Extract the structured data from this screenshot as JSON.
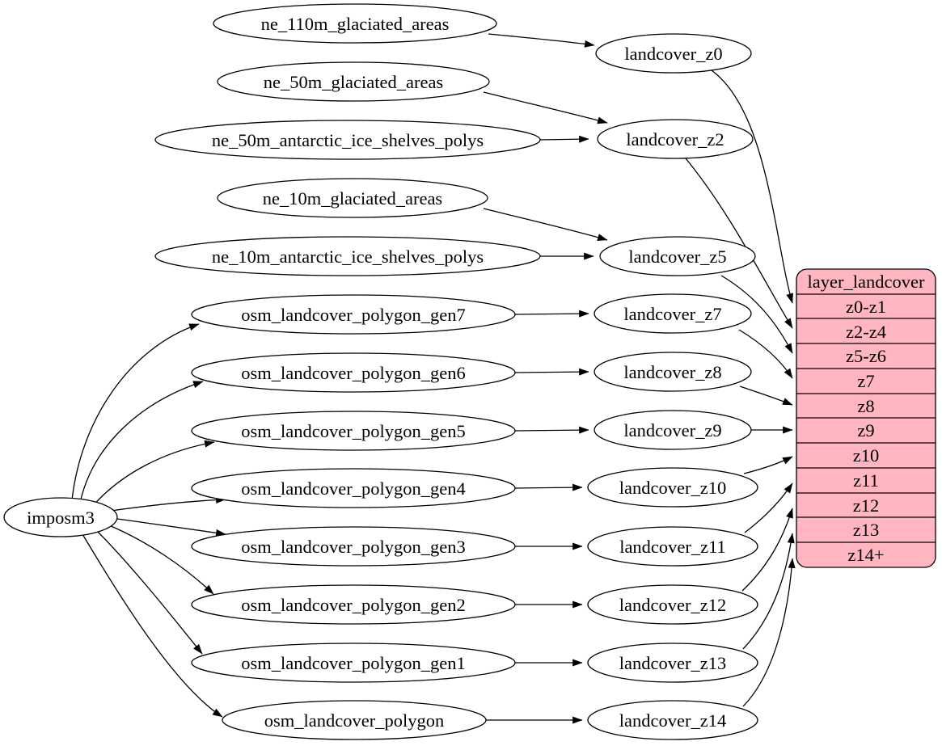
{
  "colors": {
    "background": "#ffffff",
    "node_fill": "#ffffff",
    "stroke": "#000000",
    "table_fill": "#ffb6c1"
  },
  "nodes": {
    "imposm3": "imposm3",
    "ne_110m_glaciated_areas": "ne_110m_glaciated_areas",
    "ne_50m_glaciated_areas": "ne_50m_glaciated_areas",
    "ne_50m_antarctic_ice_shelves_polys": "ne_50m_antarctic_ice_shelves_polys",
    "ne_10m_glaciated_areas": "ne_10m_glaciated_areas",
    "ne_10m_antarctic_ice_shelves_polys": "ne_10m_antarctic_ice_shelves_polys",
    "osm_landcover_polygon_gen7": "osm_landcover_polygon_gen7",
    "osm_landcover_polygon_gen6": "osm_landcover_polygon_gen6",
    "osm_landcover_polygon_gen5": "osm_landcover_polygon_gen5",
    "osm_landcover_polygon_gen4": "osm_landcover_polygon_gen4",
    "osm_landcover_polygon_gen3": "osm_landcover_polygon_gen3",
    "osm_landcover_polygon_gen2": "osm_landcover_polygon_gen2",
    "osm_landcover_polygon_gen1": "osm_landcover_polygon_gen1",
    "osm_landcover_polygon": "osm_landcover_polygon",
    "landcover_z0": "landcover_z0",
    "landcover_z2": "landcover_z2",
    "landcover_z5": "landcover_z5",
    "landcover_z7": "landcover_z7",
    "landcover_z8": "landcover_z8",
    "landcover_z9": "landcover_z9",
    "landcover_z10": "landcover_z10",
    "landcover_z11": "landcover_z11",
    "landcover_z12": "landcover_z12",
    "landcover_z13": "landcover_z13",
    "landcover_z14": "landcover_z14"
  },
  "table": {
    "title": "layer_landcover",
    "rows": [
      "z0-z1",
      "z2-z4",
      "z5-z6",
      "z7",
      "z8",
      "z9",
      "z10",
      "z11",
      "z12",
      "z13",
      "z14+"
    ]
  },
  "edges": [
    {
      "from": "imposm3",
      "to": "osm_landcover_polygon_gen7"
    },
    {
      "from": "imposm3",
      "to": "osm_landcover_polygon_gen6"
    },
    {
      "from": "imposm3",
      "to": "osm_landcover_polygon_gen5"
    },
    {
      "from": "imposm3",
      "to": "osm_landcover_polygon_gen4"
    },
    {
      "from": "imposm3",
      "to": "osm_landcover_polygon_gen3"
    },
    {
      "from": "imposm3",
      "to": "osm_landcover_polygon_gen2"
    },
    {
      "from": "imposm3",
      "to": "osm_landcover_polygon_gen1"
    },
    {
      "from": "imposm3",
      "to": "osm_landcover_polygon"
    },
    {
      "from": "ne_110m_glaciated_areas",
      "to": "landcover_z0"
    },
    {
      "from": "ne_50m_glaciated_areas",
      "to": "landcover_z2"
    },
    {
      "from": "ne_50m_antarctic_ice_shelves_polys",
      "to": "landcover_z2"
    },
    {
      "from": "ne_10m_glaciated_areas",
      "to": "landcover_z5"
    },
    {
      "from": "ne_10m_antarctic_ice_shelves_polys",
      "to": "landcover_z5"
    },
    {
      "from": "osm_landcover_polygon_gen7",
      "to": "landcover_z7"
    },
    {
      "from": "osm_landcover_polygon_gen6",
      "to": "landcover_z8"
    },
    {
      "from": "osm_landcover_polygon_gen5",
      "to": "landcover_z9"
    },
    {
      "from": "osm_landcover_polygon_gen4",
      "to": "landcover_z10"
    },
    {
      "from": "osm_landcover_polygon_gen3",
      "to": "landcover_z11"
    },
    {
      "from": "osm_landcover_polygon_gen2",
      "to": "landcover_z12"
    },
    {
      "from": "osm_landcover_polygon_gen1",
      "to": "landcover_z13"
    },
    {
      "from": "osm_landcover_polygon",
      "to": "landcover_z14"
    },
    {
      "from": "landcover_z0",
      "to": "z0-z1"
    },
    {
      "from": "landcover_z2",
      "to": "z2-z4"
    },
    {
      "from": "landcover_z5",
      "to": "z5-z6"
    },
    {
      "from": "landcover_z7",
      "to": "z7"
    },
    {
      "from": "landcover_z8",
      "to": "z8"
    },
    {
      "from": "landcover_z9",
      "to": "z9"
    },
    {
      "from": "landcover_z10",
      "to": "z10"
    },
    {
      "from": "landcover_z11",
      "to": "z11"
    },
    {
      "from": "landcover_z12",
      "to": "z12"
    },
    {
      "from": "landcover_z13",
      "to": "z13"
    },
    {
      "from": "landcover_z14",
      "to": "z14+"
    }
  ]
}
